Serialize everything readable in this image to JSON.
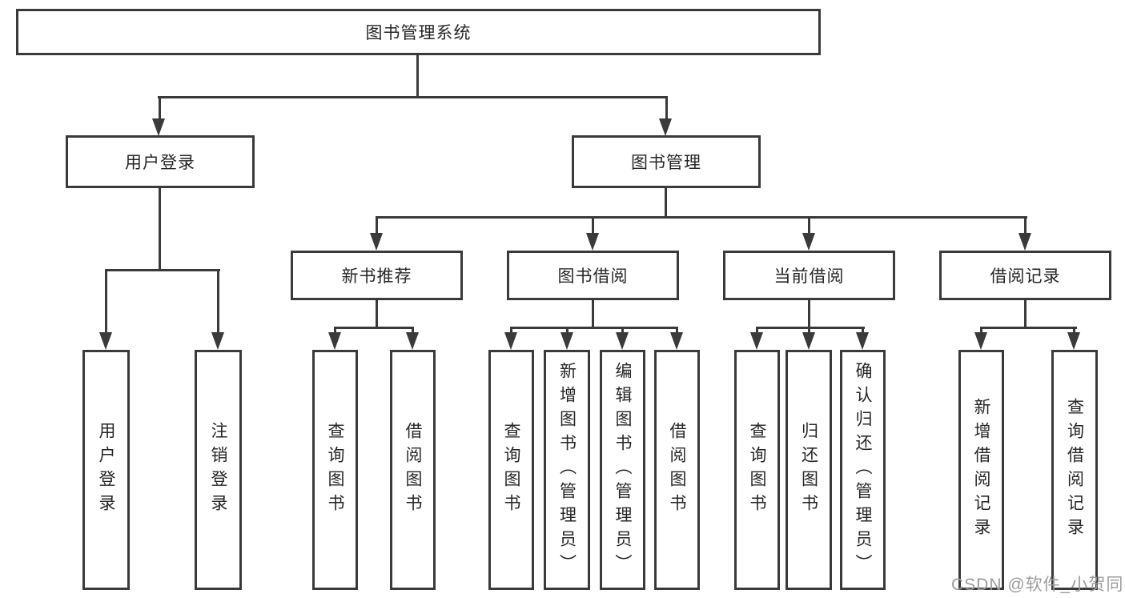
{
  "diagram": {
    "root": {
      "label": "图书管理系统"
    },
    "level2": [
      {
        "label": "用户登录"
      },
      {
        "label": "图书管理"
      }
    ],
    "level3": [
      {
        "label": "新书推荐"
      },
      {
        "label": "图书借阅"
      },
      {
        "label": "当前借阅"
      },
      {
        "label": "借阅记录"
      }
    ],
    "leaves": [
      {
        "label": "用户登录"
      },
      {
        "label": "注销登录"
      },
      {
        "label": "查询图书"
      },
      {
        "label": "借阅图书"
      },
      {
        "label": "查询图书"
      },
      {
        "label": "新增图书（管理员）"
      },
      {
        "label": "编辑图书（管理员）"
      },
      {
        "label": "借阅图书"
      },
      {
        "label": "查询图书"
      },
      {
        "label": "归还图书"
      },
      {
        "label": "确认归还（管理员）"
      },
      {
        "label": "新增借阅记录"
      },
      {
        "label": "查询借阅记录"
      }
    ],
    "colors": {
      "line": "#3a3a3a",
      "text": "#262626",
      "background": "#ffffff",
      "watermark": "#9c9c9c"
    },
    "watermark": "CSDN @软件_小贺同学"
  }
}
